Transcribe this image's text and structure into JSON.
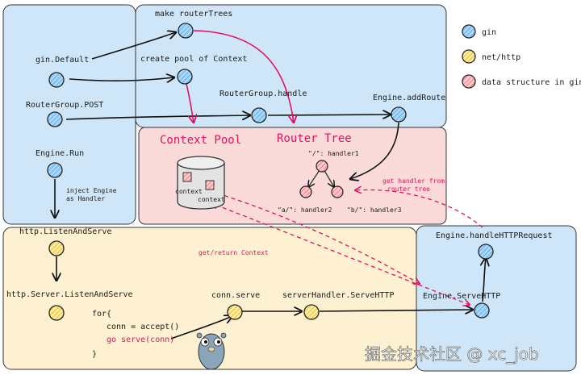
{
  "legend": {
    "gin": "gin",
    "nethttp": "net/http",
    "ds": "data structure in gin",
    "colors": {
      "gin": "#a5d8ff",
      "nethttp": "#ffec99",
      "ds": "#ffc9c9"
    }
  },
  "regions": {
    "gin_bg": "#cfe6f8",
    "pool_bg": "#fbdada",
    "http_bg": "#fdf1d2",
    "engine_bg": "#cfe6f8"
  },
  "nodes": {
    "make_router_trees": "make routerTrees",
    "create_pool": "create pool of Context",
    "gin_default": "gin.Default",
    "router_group_post": "RouterGroup.POST",
    "router_group_handle": "RouterGroup.handle",
    "engine_add_route": "Engine.addRoute",
    "engine_run": "Engine.Run",
    "inject_engine_1": "inject Engine",
    "inject_engine_2": "as Handler",
    "http_listen": "http.ListenAndServe",
    "http_server_listen": "http.Server.ListenAndServe",
    "conn_serve": "conn.serve",
    "server_handler": "serverHandler.ServeHTTP",
    "engine_serve": "Engine.ServeHTTP",
    "engine_handle": "Engine.handleHTTPRequest"
  },
  "pool": {
    "title": "Context Pool",
    "ctx1": "context",
    "ctx2": "context"
  },
  "tree": {
    "title": "Router Tree",
    "root": "\"/\": handler1",
    "left": "\"a/\": handler2",
    "right": "\"b/\": handler3"
  },
  "annotations": {
    "get_handler_1": "get handler from",
    "get_handler_2": "router tree",
    "get_return": "get/return Context"
  },
  "code": {
    "line1": "for{",
    "line2": "conn = accept()",
    "line3": "go serve(conn)",
    "line4": "}"
  },
  "watermark": "掘金技术社区 @ xc_job"
}
